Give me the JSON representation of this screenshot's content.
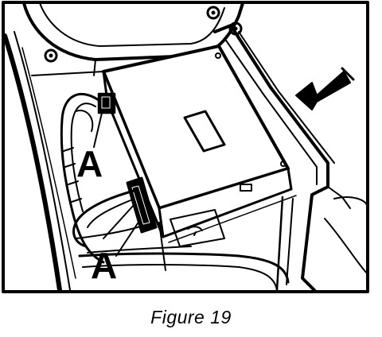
{
  "figure": {
    "caption": "Figure 19",
    "callouts": [
      "A",
      "A"
    ],
    "arrow_icon": "arrow-pointer-icon",
    "ink_color": "#000000",
    "paper_color": "#ffffff"
  }
}
